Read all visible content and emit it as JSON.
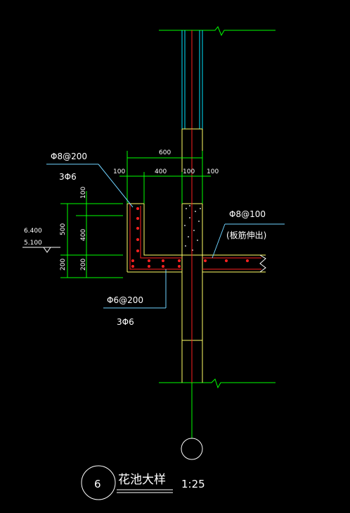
{
  "drawing": {
    "title": "花池大样",
    "scale": "1:25",
    "detail_number": "6"
  },
  "dimensions": {
    "top_600": "600",
    "top_100_left": "100",
    "top_400": "400",
    "top_100_mid": "100",
    "top_100_right": "100",
    "left_100": "100",
    "left_500": "500",
    "left_400": "400",
    "left_200_outer": "200",
    "left_200_inner": "200"
  },
  "elevations": {
    "upper": "6.400",
    "lower": "5.100"
  },
  "rebar_labels": {
    "top_left_spacing": "Φ8@200",
    "top_left_main": "3Φ6",
    "right_spacing": "Φ8@100",
    "right_note": "(板筋伸出)",
    "bottom_spacing": "Φ6@200",
    "bottom_main": "3Φ6"
  },
  "colors": {
    "background": "#000000",
    "dimension": "#00ff00",
    "outline": "#ffff66",
    "text": "#ffffff",
    "rebar": "#ff2020",
    "axis_cyan": "#00e5ff",
    "leader": "#6fd3ff"
  }
}
